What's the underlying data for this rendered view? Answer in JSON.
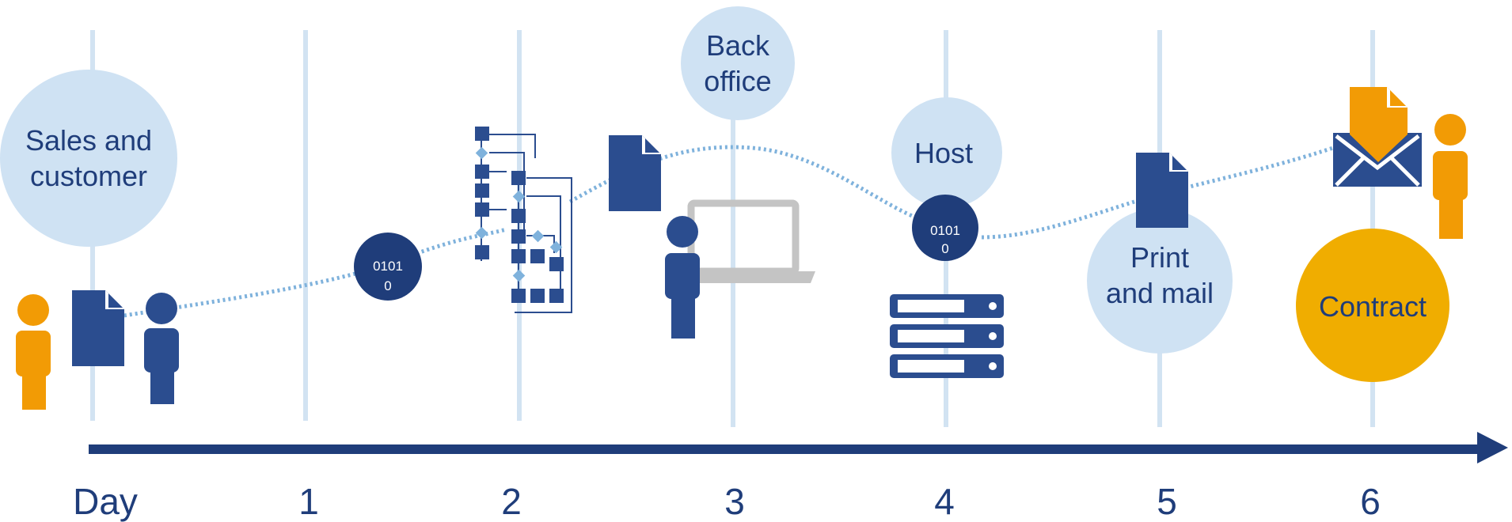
{
  "stages": {
    "sales": [
      "Sales and",
      "customer"
    ],
    "back_office": [
      "Back",
      "office"
    ],
    "host": "Host",
    "print_mail": [
      "Print",
      "and mail"
    ],
    "contract": "Contract"
  },
  "binary_badges": [
    [
      "0101",
      "0"
    ],
    [
      "0101",
      "0"
    ]
  ],
  "timeline": {
    "labels": [
      "Day",
      "1",
      "2",
      "3",
      "4",
      "5",
      "6"
    ]
  },
  "colors": {
    "navy": "#2b4d8f",
    "dark_navy": "#1f3d7a",
    "light_blue": "#cfe2f3",
    "line_blue": "#d2e3f2",
    "dotted": "#7fb2dc",
    "orange": "#f29b05",
    "gold": "#f0ad00",
    "gray": "#c4c4c4"
  },
  "icons": [
    "person-icon",
    "document-icon",
    "flowchart-icon",
    "laptop-icon",
    "server-icon",
    "envelope-icon"
  ]
}
